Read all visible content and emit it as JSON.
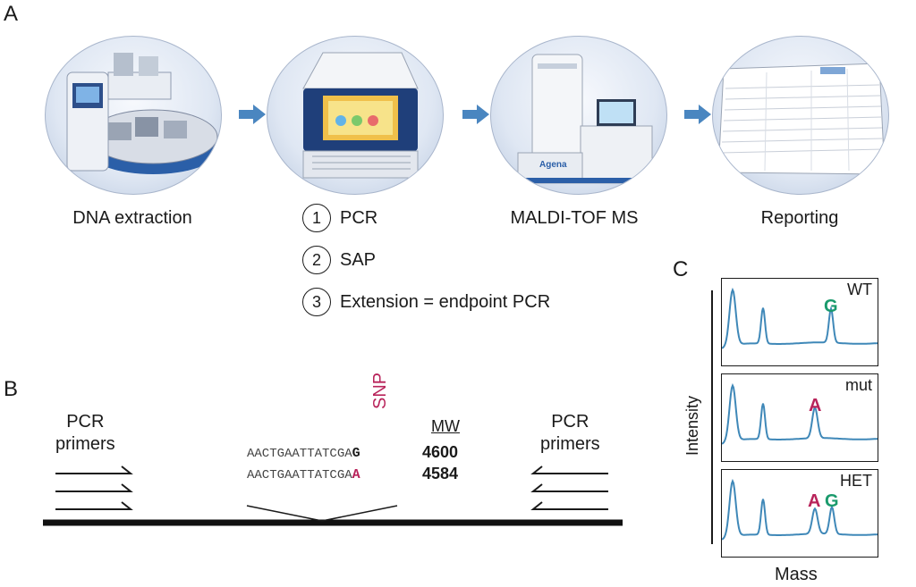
{
  "panels": {
    "a": "A",
    "b": "B",
    "c": "C"
  },
  "workflow": {
    "stages": [
      {
        "label": "DNA extraction"
      },
      {
        "label": "MALDI-TOF MS"
      },
      {
        "label": "Reporting"
      }
    ],
    "steps": [
      {
        "num": "1",
        "label": "PCR"
      },
      {
        "num": "2",
        "label": "SAP"
      },
      {
        "num": "3",
        "label": "Extension = endpoint PCR"
      }
    ],
    "arrow_color": "#4a86c0",
    "instrument_logo": "Agena"
  },
  "assay": {
    "left_primer_label": "PCR\nprimers",
    "right_primer_label": "PCR\nprimers",
    "snp_label": "SNP",
    "snp_color": "#b8235a",
    "mw_header": "MW",
    "sequences": [
      {
        "prefix": "AACTGAATTATCGA",
        "base": "G",
        "mw": "4600",
        "base_color": "#1a1a1a"
      },
      {
        "prefix": "AACTGAATTATCGA",
        "base": "A",
        "mw": "4584",
        "base_color": "#b8235a"
      }
    ]
  },
  "chart_data": {
    "type": "line",
    "xlabel": "Mass",
    "ylabel": "Intensity",
    "line_color": "#3f88b8",
    "g_color": "#1a9a6c",
    "a_color": "#b8235a",
    "panels": [
      {
        "label": "WT",
        "peaks": [
          {
            "letter": "G",
            "color_key": "g"
          }
        ]
      },
      {
        "label": "mut",
        "peaks": [
          {
            "letter": "A",
            "color_key": "a"
          }
        ]
      },
      {
        "label": "HET",
        "peaks": [
          {
            "letter": "A",
            "color_key": "a"
          },
          {
            "letter": "G",
            "color_key": "g"
          }
        ]
      }
    ]
  }
}
